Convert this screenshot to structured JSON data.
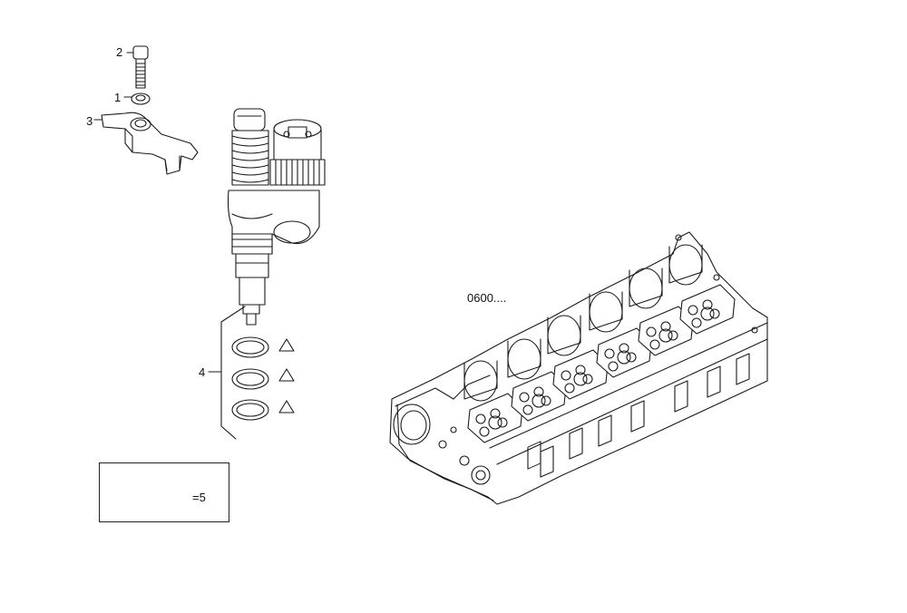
{
  "callouts": {
    "c1": "1",
    "c2": "2",
    "c3": "3",
    "c4": "4",
    "ref": "0600...."
  },
  "kit": {
    "text": "=5"
  }
}
